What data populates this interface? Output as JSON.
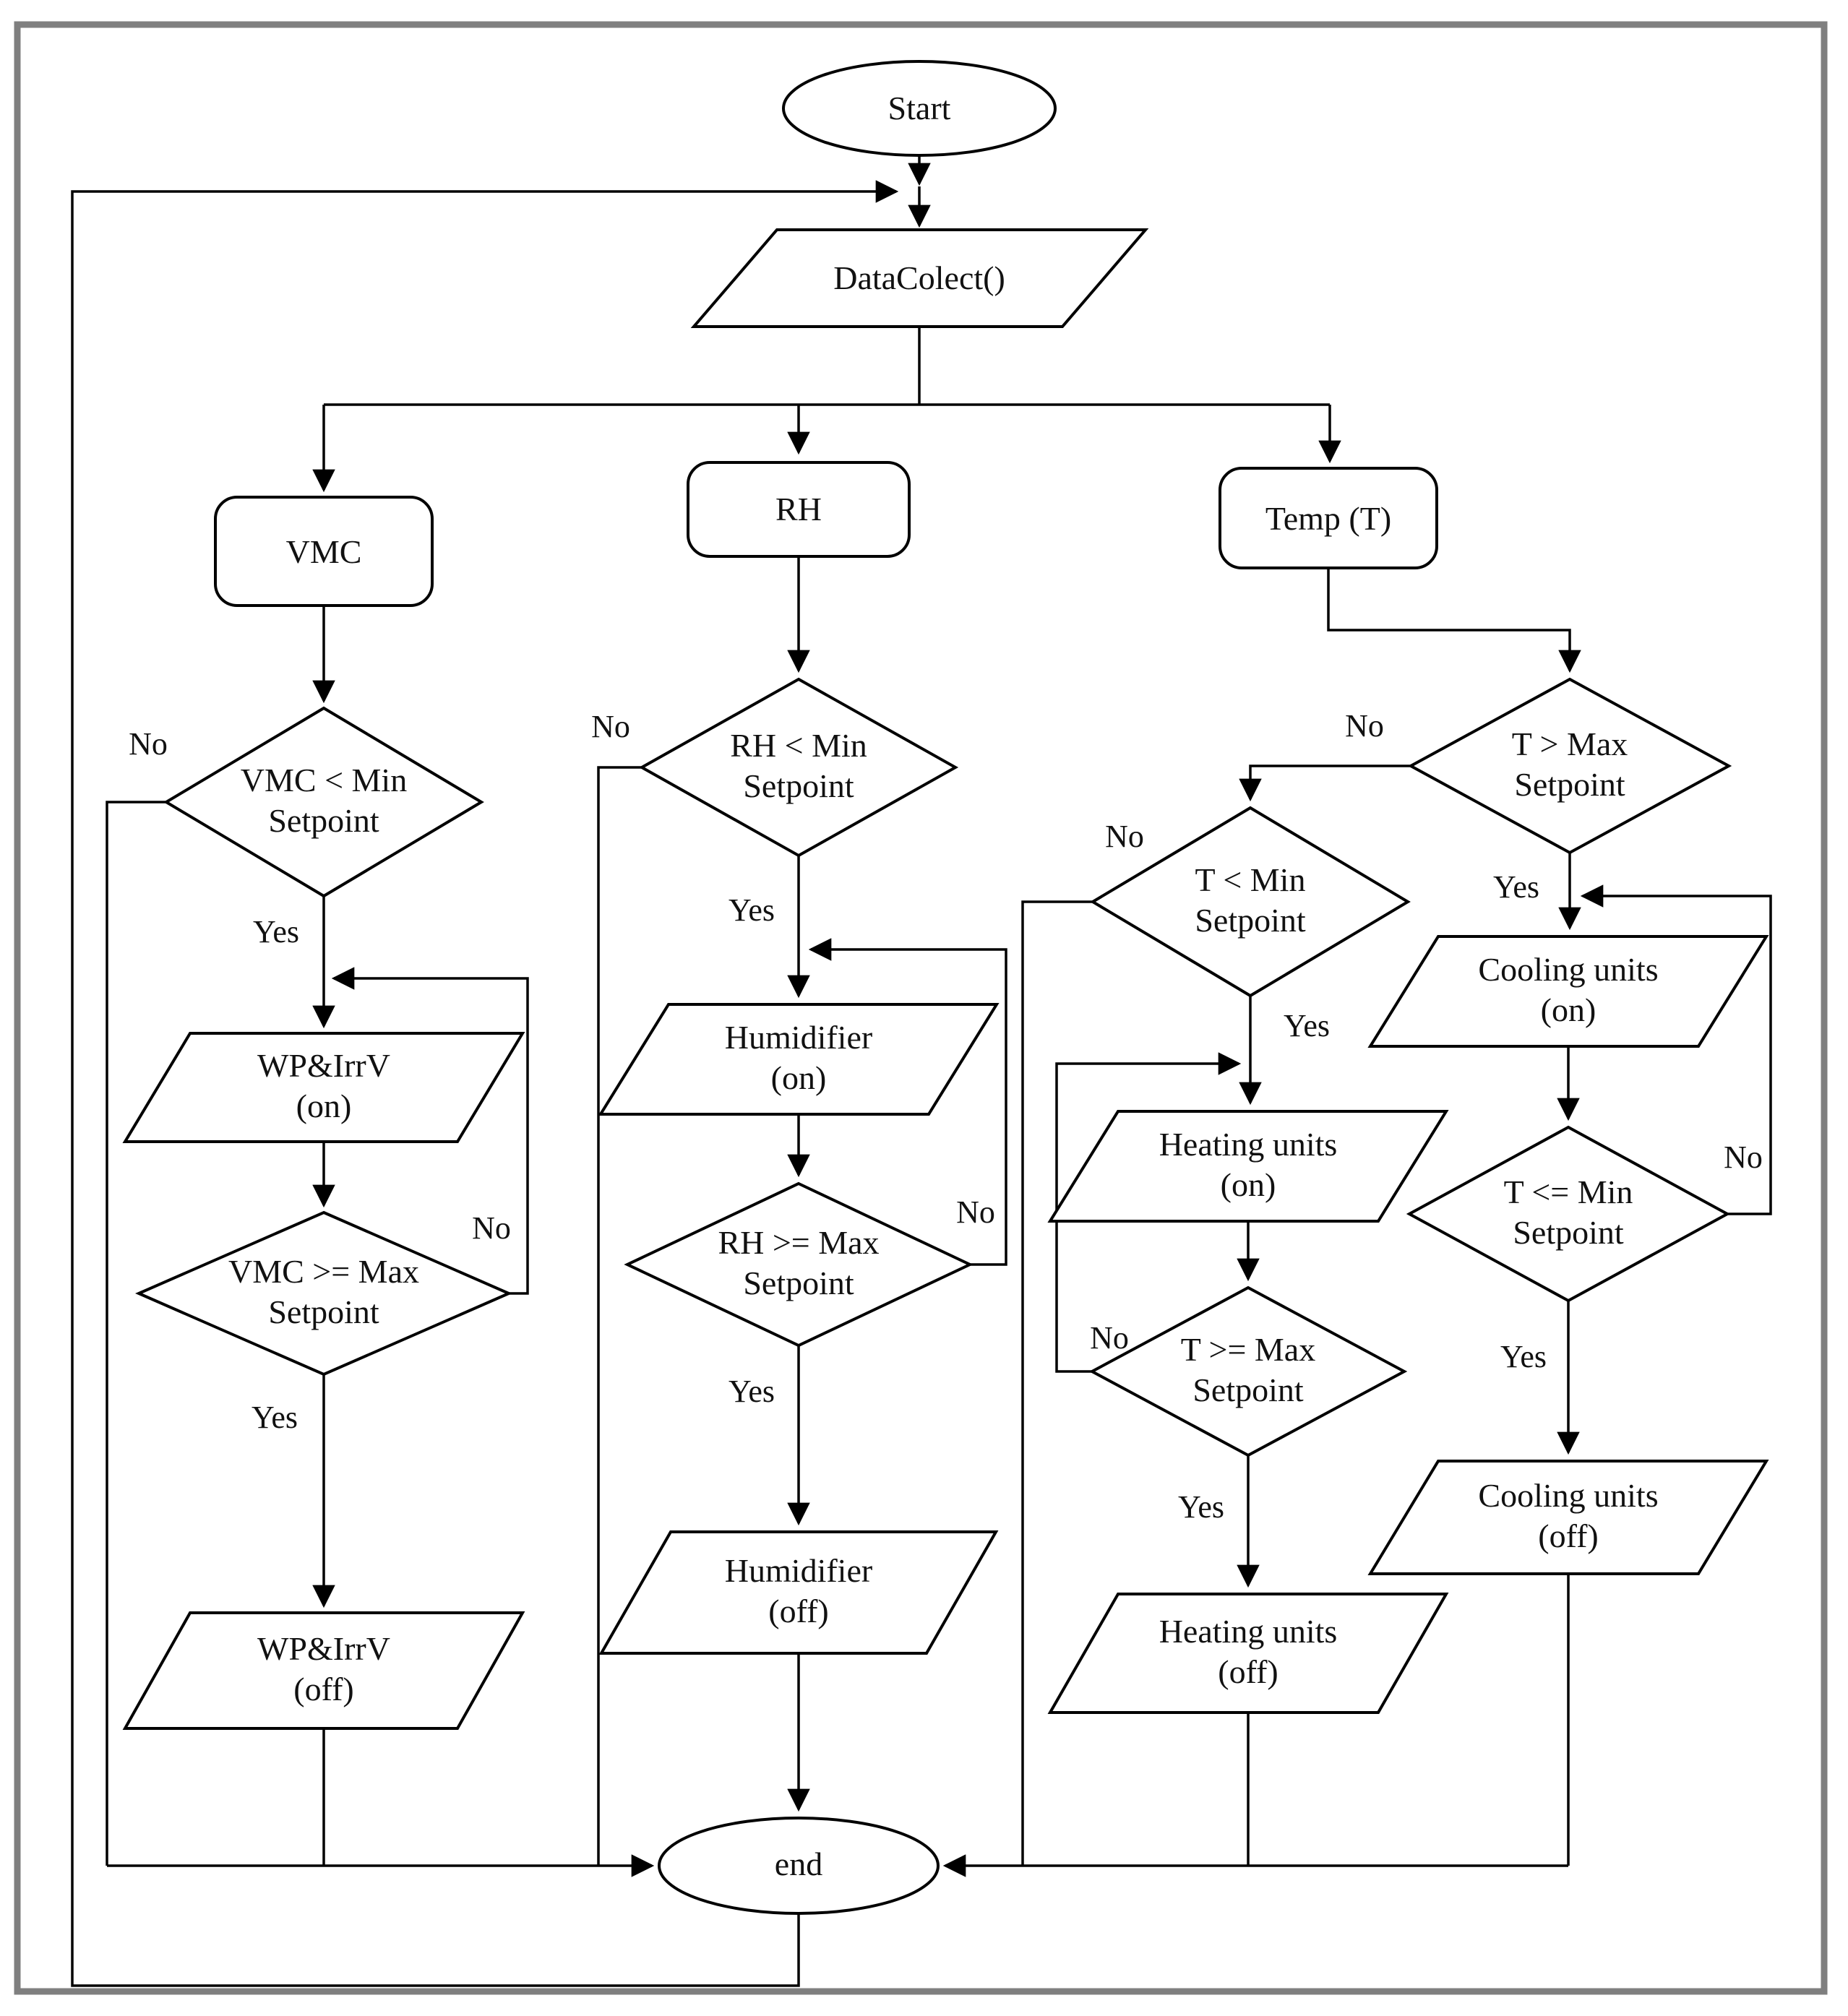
{
  "colors": {
    "line": "#000000",
    "frame": "#7f7f7f",
    "background": "#ffffff",
    "text": "#111111"
  },
  "flowchart": {
    "nodes": {
      "start": {
        "type": "terminator",
        "label": "Start"
      },
      "data_collect": {
        "type": "io",
        "label": "DataColect()"
      },
      "vmc": {
        "type": "process",
        "label": "VMC"
      },
      "rh": {
        "type": "process",
        "label": "RH"
      },
      "temp": {
        "type": "process",
        "label": "Temp (T)"
      },
      "vmc_min": {
        "type": "decision",
        "label": "VMC < Min\nSetpoint"
      },
      "wp_on": {
        "type": "io",
        "label": "WP&IrrV\n(on)"
      },
      "vmc_max": {
        "type": "decision",
        "label": "VMC >= Max\nSetpoint"
      },
      "wp_off": {
        "type": "io",
        "label": "WP&IrrV\n(off)"
      },
      "rh_min": {
        "type": "decision",
        "label": "RH < Min\nSetpoint"
      },
      "hum_on": {
        "type": "io",
        "label": "Humidifier\n(on)"
      },
      "rh_max": {
        "type": "decision",
        "label": "RH >= Max\nSetpoint"
      },
      "hum_off": {
        "type": "io",
        "label": "Humidifier\n(off)"
      },
      "t_max": {
        "type": "decision",
        "label": "T > Max\nSetpoint"
      },
      "t_min": {
        "type": "decision",
        "label": "T < Min\nSetpoint"
      },
      "heat_on": {
        "type": "io",
        "label": "Heating units\n(on)"
      },
      "t_gmax": {
        "type": "decision",
        "label": "T >= Max\nSetpoint"
      },
      "heat_off": {
        "type": "io",
        "label": "Heating units\n(off)"
      },
      "cool_on": {
        "type": "io",
        "label": "Cooling units\n(on)"
      },
      "t_lmin": {
        "type": "decision",
        "label": "T <= Min\nSetpoint"
      },
      "cool_off": {
        "type": "io",
        "label": "Cooling units\n(off)"
      },
      "end": {
        "type": "terminator",
        "label": "end"
      }
    },
    "edge_labels": {
      "vmc_min_no": "No",
      "vmc_min_yes": "Yes",
      "vmc_max_no": "No",
      "vmc_max_yes": "Yes",
      "rh_min_no": "No",
      "rh_min_yes": "Yes",
      "rh_max_no": "No",
      "rh_max_yes": "Yes",
      "t_max_no": "No",
      "t_max_yes": "Yes",
      "t_min_no": "No",
      "t_min_yes": "Yes",
      "t_gmax_no": "No",
      "t_gmax_yes": "Yes",
      "t_lmin_no": "No",
      "t_lmin_yes": "Yes"
    }
  }
}
